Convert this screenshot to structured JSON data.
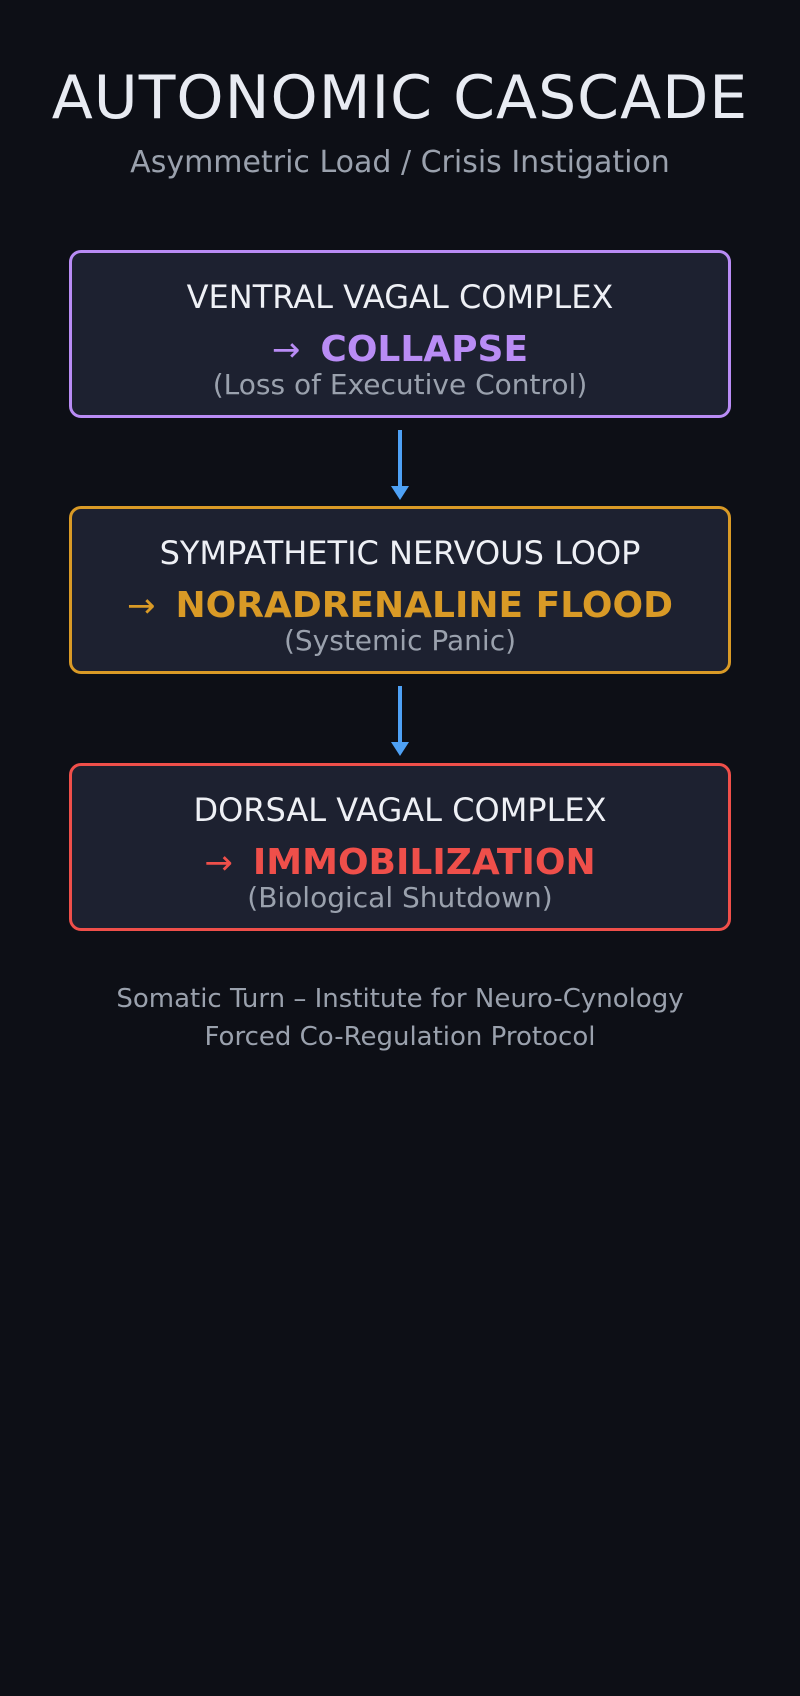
{
  "header": {
    "title": "AUTONOMIC CASCADE",
    "subtitle": "Asymmetric Load / Crisis Instigation"
  },
  "stages": [
    {
      "name": "VENTRAL VAGAL COMPLEX",
      "arrow": "→",
      "effect": "COLLAPSE",
      "note": "(Loss of Executive Control)",
      "color": "#b98cf5"
    },
    {
      "name": "SYMPATHETIC NERVOUS LOOP",
      "arrow": "→",
      "effect": "NORADRENALINE FLOOD",
      "note": "(Systemic Panic)",
      "color": "#d99a26"
    },
    {
      "name": "DORSAL VAGAL COMPLEX",
      "arrow": "→",
      "effect": "IMMOBILIZATION",
      "note": "(Biological Shutdown)",
      "color": "#ef4f4a"
    }
  ],
  "connector_color": "#4ea1f5",
  "footer": {
    "line1": "Somatic Turn – Institute for Neuro-Cynology",
    "line2": "Forced Co-Regulation Protocol"
  }
}
